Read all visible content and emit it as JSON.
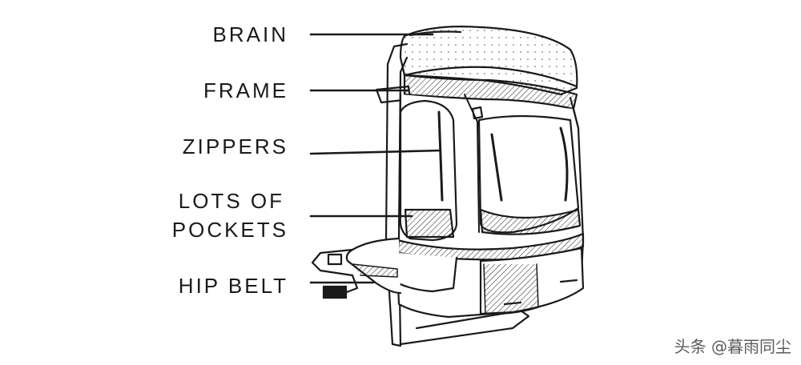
{
  "labels": {
    "brain": "BRAIN",
    "frame": "FRAME",
    "zippers": "ZIPPERS",
    "pockets_line1": "LOTS OF",
    "pockets_line2": "POCKETS",
    "hip_belt": "HIP BELT"
  },
  "watermark": "头条 @暮雨同尘",
  "colors": {
    "ink": "#1a1a1a",
    "background": "#ffffff"
  }
}
